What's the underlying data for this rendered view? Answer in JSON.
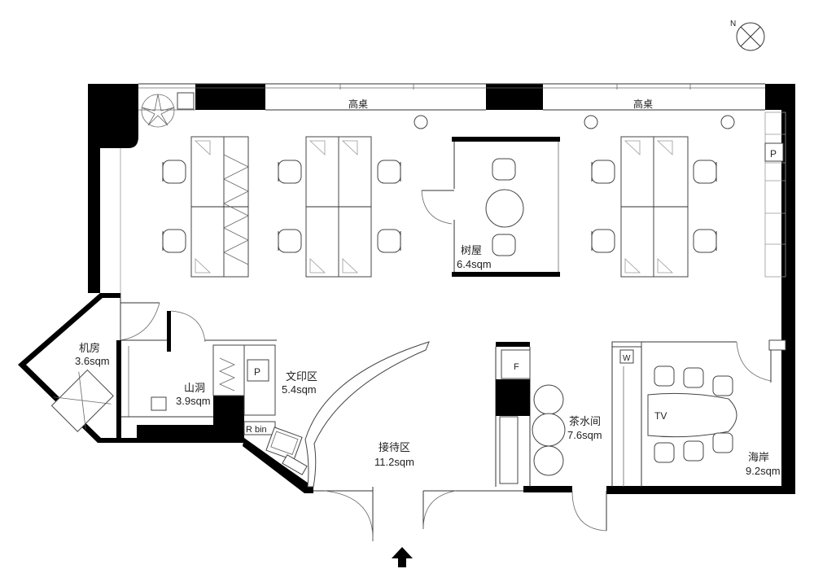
{
  "compass": {
    "label": "N"
  },
  "bar_tables": {
    "left": "高桌",
    "right": "高桌"
  },
  "rooms": {
    "tree_house": {
      "name": "树屋",
      "area": "6.4sqm"
    },
    "server_room": {
      "name": "机房",
      "area": "3.6sqm"
    },
    "cave": {
      "name": "山洞",
      "area": "3.9sqm"
    },
    "print_area": {
      "name": "文印区",
      "area": "5.4sqm"
    },
    "reception": {
      "name": "接待区",
      "area": "11.2sqm"
    },
    "tea_room": {
      "name": "茶水间",
      "area": "7.6sqm"
    },
    "coast": {
      "name": "海岸",
      "area": "9.2sqm"
    }
  },
  "fixtures": {
    "printer_p": "P",
    "cabinet_p": "P",
    "fridge_f": "F",
    "washer_w": "W",
    "tv": "TV",
    "recycle_bin": "R bin"
  }
}
